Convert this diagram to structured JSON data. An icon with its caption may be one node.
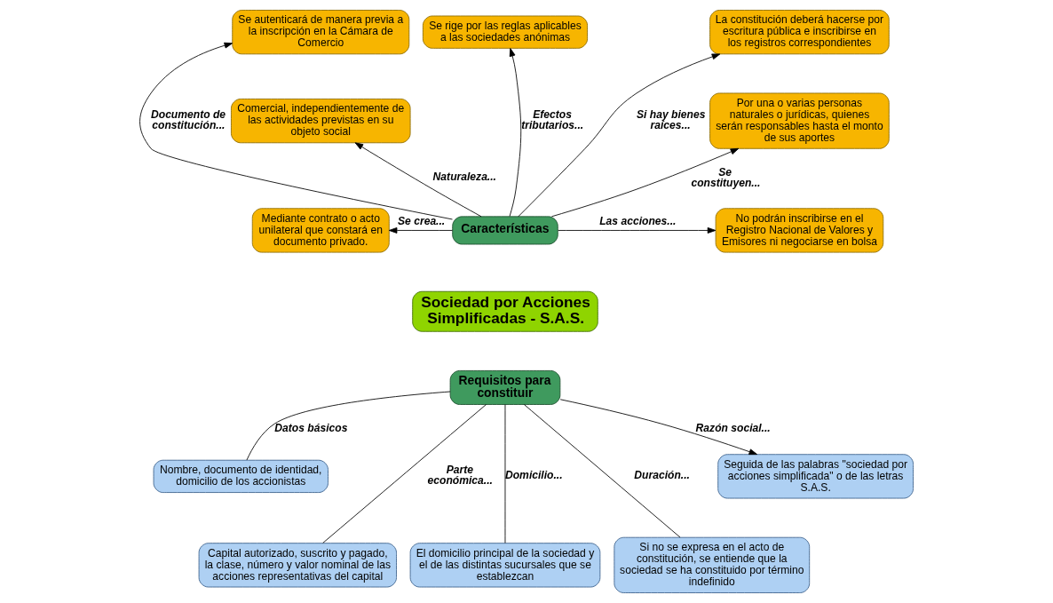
{
  "diagram": {
    "nodes": [
      {
        "text": [
          "Sociedad por Acciones Simplificadas - S.A.S."
        ]
      },
      {
        "text": [
          "Características"
        ]
      },
      {
        "text": [
          "Requisitos para constituir"
        ]
      },
      {
        "text": [
          "Mediante contrato o acto unilateral que constará en documento privado."
        ]
      },
      {
        "text": [
          "Comercial, independientemente de las actividades previstas en su objeto social"
        ]
      },
      {
        "text": [
          "Se autenticará de manera previa a la inscripción en la Cámara de Comercio"
        ]
      },
      {
        "text": [
          "Se rige por las reglas aplicables a las sociedades anónimas"
        ]
      },
      {
        "text": [
          "La constitución deberá hacerse por escritura pública e inscribirse en los registros correspondientes"
        ]
      },
      {
        "text": [
          "Por una o varias personas naturales o jurídicas, quienes serán responsables hasta el monto de sus aportes"
        ]
      },
      {
        "text": [
          "No podrán inscribirse en el Registro Nacional de Valores y Emisores ni negociarse en bolsa"
        ]
      },
      {
        "text": [
          "Nombre, documento de identidad, domicilio de los accionistas"
        ]
      },
      {
        "text": [
          "Capital autorizado, suscrito y pagado, la clase, número y valor nominal de las acciones representativas del capital"
        ]
      },
      {
        "text": [
          "El domicilio principal de la sociedad y el de las distintas sucursales que se establezcan"
        ]
      },
      {
        "text": [
          "Si no se expresa en el acto de constitución, se entiende que la sociedad se ha constituido por término indefinido"
        ]
      },
      {
        "text": [
          "Seguida de las palabras \"sociedad por acciones simplificada\" o de las letras S.A.S."
        ]
      }
    ],
    "edges": [
      {
        "from": 1,
        "to": 3,
        "arrow": "to",
        "label": "Se crea..."
      },
      {
        "from": 1,
        "to": 4,
        "arrow": "to",
        "label": "Naturaleza..."
      },
      {
        "from": 1,
        "to": 5,
        "arrow": "to",
        "label": "Documento de constitución..."
      },
      {
        "from": 1,
        "to": 6,
        "arrow": "to",
        "label": "Efectos tributarios..."
      },
      {
        "from": 1,
        "to": 7,
        "arrow": "to",
        "label": "Si hay bienes raíces..."
      },
      {
        "from": 1,
        "to": 8,
        "arrow": "to",
        "label": "Se constituyen..."
      },
      {
        "from": 1,
        "to": 9,
        "arrow": "to",
        "label": "Las acciones..."
      },
      {
        "from": 2,
        "to": 10,
        "arrow": "none",
        "label": "Datos básicos"
      },
      {
        "from": 2,
        "to": 11,
        "arrow": "none",
        "label": "Parte económica..."
      },
      {
        "from": 2,
        "to": 12,
        "arrow": "none",
        "label": "Domicilio..."
      },
      {
        "from": 2,
        "to": 13,
        "arrow": "none",
        "label": "Duración..."
      },
      {
        "from": 2,
        "to": 14,
        "arrow": "to",
        "label": "Razón social..."
      }
    ]
  }
}
